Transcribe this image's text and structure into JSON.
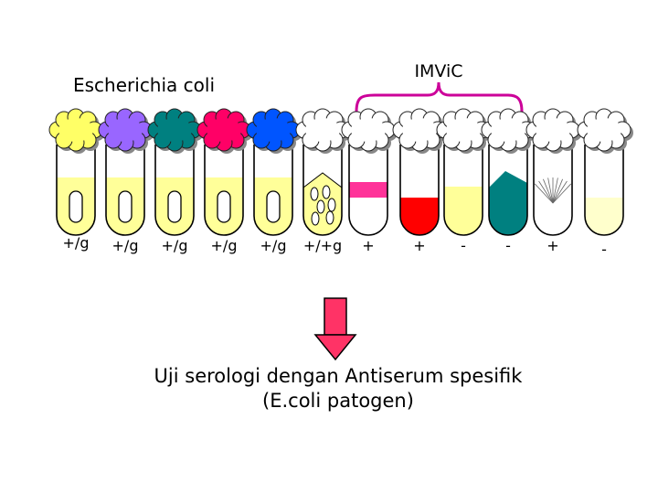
{
  "title": "Escherichia coli",
  "bracket_label": "IMViC",
  "tubes": [
    {
      "cap": "#ffff66",
      "liquid": "#ffff99",
      "kind": "bubble",
      "result": "+/g"
    },
    {
      "cap": "#9966ff",
      "liquid": "#ffff99",
      "kind": "bubble",
      "result": "+/g"
    },
    {
      "cap": "#008080",
      "liquid": "#ffff99",
      "kind": "bubble",
      "result": "+/g"
    },
    {
      "cap": "#ff0066",
      "liquid": "#ffff99",
      "kind": "bubble",
      "result": "+/g"
    },
    {
      "cap": "#0055ff",
      "liquid": "#ffff99",
      "kind": "bubble",
      "result": "+/g"
    },
    {
      "cap": "#ffffff",
      "liquid": "#ffff99",
      "kind": "slant-bubbles",
      "result": "+/+g"
    },
    {
      "cap": "#ffffff",
      "liquid": "#ffffff",
      "kind": "ring",
      "ring_color": "#ff3399",
      "result": "+"
    },
    {
      "cap": "#ffffff",
      "liquid": "#ff0000",
      "kind": "level",
      "result": "+"
    },
    {
      "cap": "#ffffff",
      "liquid": "#ffff99",
      "kind": "level-high",
      "result": "-"
    },
    {
      "cap": "#ffffff",
      "liquid": "#008080",
      "kind": "slant",
      "result": "-"
    },
    {
      "cap": "#ffffff",
      "liquid": "#ffffff",
      "kind": "spread",
      "result": "+"
    },
    {
      "cap": "#ffffff",
      "liquid": "#ffffcc",
      "kind": "level",
      "result": "-"
    }
  ],
  "caption": {
    "line1": "Uji serologi dengan Antiserum spesifik",
    "line2": "(E.coli patogen)"
  },
  "colors": {
    "bracket": "#cc0099",
    "arrow": "#ff3366"
  }
}
